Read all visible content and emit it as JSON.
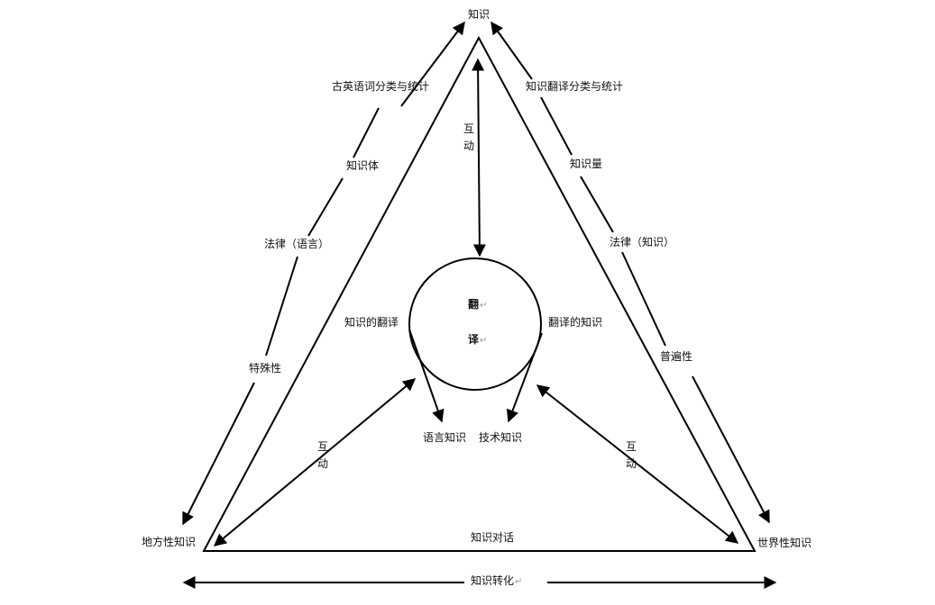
{
  "nodes": {
    "top": "知识",
    "bottom_left": "地方性知识",
    "bottom_right": "世界性知识",
    "center_line1": "翻",
    "center_line2": "译",
    "language_knowledge": "语言知识",
    "technical_knowledge": "技术知识"
  },
  "left_side": {
    "l1": "古英语词分类与统计",
    "l2": "知识体",
    "l3": "法律（语言）",
    "l4": "特殊性"
  },
  "right_side": {
    "r1": "知识翻译分类与统计",
    "r2": "知识量",
    "r3": "法律（知识）",
    "r4": "普遍性"
  },
  "inner": {
    "knowledge_of_translation": "知识的翻译",
    "translation_of_knowledge": "翻译的知识",
    "interaction": "互动",
    "dialogue": "知识对话"
  },
  "bottom": {
    "transformation": "知识转化"
  },
  "marks": {
    "para": "↵"
  }
}
